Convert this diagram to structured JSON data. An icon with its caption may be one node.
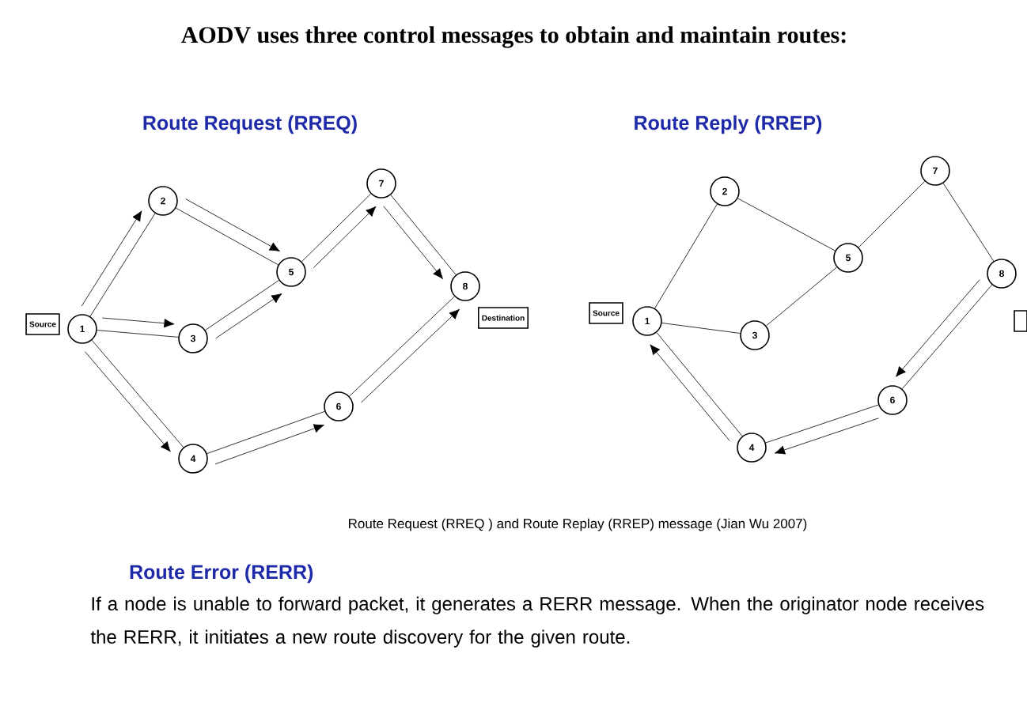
{
  "diagram": {
    "title": "AODV uses three control messages to obtain and maintain routes:",
    "caption": "Route Request (RREQ ) and Route Replay (RREP) message (Jian Wu 2007)",
    "nodes": [
      {
        "text": [
          "Source"
        ]
      },
      {
        "text": [
          "1"
        ]
      },
      {
        "text": [
          "2"
        ]
      },
      {
        "text": [
          "3"
        ]
      },
      {
        "text": [
          "4"
        ]
      },
      {
        "text": [
          "5"
        ]
      },
      {
        "text": [
          "6"
        ]
      },
      {
        "text": [
          "7"
        ]
      },
      {
        "text": [
          "8"
        ]
      },
      {
        "text": [
          "Destination"
        ]
      },
      {
        "text": [
          "Source"
        ]
      },
      {
        "text": [
          "1"
        ]
      },
      {
        "text": [
          "2"
        ]
      },
      {
        "text": [
          "3"
        ]
      },
      {
        "text": [
          "4"
        ]
      },
      {
        "text": [
          "5"
        ]
      },
      {
        "text": [
          "6"
        ]
      },
      {
        "text": [
          "7"
        ]
      },
      {
        "text": [
          "8"
        ]
      },
      {
        "text": [],
        "shape": "box"
      }
    ],
    "edges": [
      {
        "from": 1,
        "to": 2,
        "arrow": "none"
      },
      {
        "from": 1,
        "to": 3,
        "arrow": "none"
      },
      {
        "from": 1,
        "to": 4,
        "arrow": "none"
      },
      {
        "from": 2,
        "to": 5,
        "arrow": "none"
      },
      {
        "from": 3,
        "to": 5,
        "arrow": "none"
      },
      {
        "from": 5,
        "to": 7,
        "arrow": "none"
      },
      {
        "from": 4,
        "to": 6,
        "arrow": "none"
      },
      {
        "from": 6,
        "to": 8,
        "arrow": "none"
      },
      {
        "from": 7,
        "to": 8,
        "arrow": "none"
      },
      {
        "from": 1,
        "to": 2,
        "arrow": "to"
      },
      {
        "from": 1,
        "to": 3,
        "arrow": "to"
      },
      {
        "from": 1,
        "to": 4,
        "arrow": "to"
      },
      {
        "from": 2,
        "to": 5,
        "arrow": "to"
      },
      {
        "from": 3,
        "to": 5,
        "arrow": "to"
      },
      {
        "from": 5,
        "to": 7,
        "arrow": "to"
      },
      {
        "from": 4,
        "to": 6,
        "arrow": "to"
      },
      {
        "from": 6,
        "to": 8,
        "arrow": "to"
      },
      {
        "from": 7,
        "to": 8,
        "arrow": "to"
      },
      {
        "from": 11,
        "to": 12,
        "arrow": "none"
      },
      {
        "from": 11,
        "to": 13,
        "arrow": "none"
      },
      {
        "from": 11,
        "to": 14,
        "arrow": "none"
      },
      {
        "from": 12,
        "to": 15,
        "arrow": "none"
      },
      {
        "from": 13,
        "to": 15,
        "arrow": "none"
      },
      {
        "from": 15,
        "to": 17,
        "arrow": "none"
      },
      {
        "from": 14,
        "to": 16,
        "arrow": "none"
      },
      {
        "from": 16,
        "to": 18,
        "arrow": "none"
      },
      {
        "from": 17,
        "to": 18,
        "arrow": "none"
      },
      {
        "from": 18,
        "to": 16,
        "arrow": "to"
      },
      {
        "from": 16,
        "to": 14,
        "arrow": "to"
      },
      {
        "from": 14,
        "to": 11,
        "arrow": "to"
      }
    ],
    "labels": [
      "Route Request (RREQ)",
      "Route Reply (RREP)",
      "Route Error (RERR)",
      "If a node is unable to forward packet, it generates a RERR message. When the originator node receives the RERR, it initiates a new route discovery for the given route."
    ]
  }
}
